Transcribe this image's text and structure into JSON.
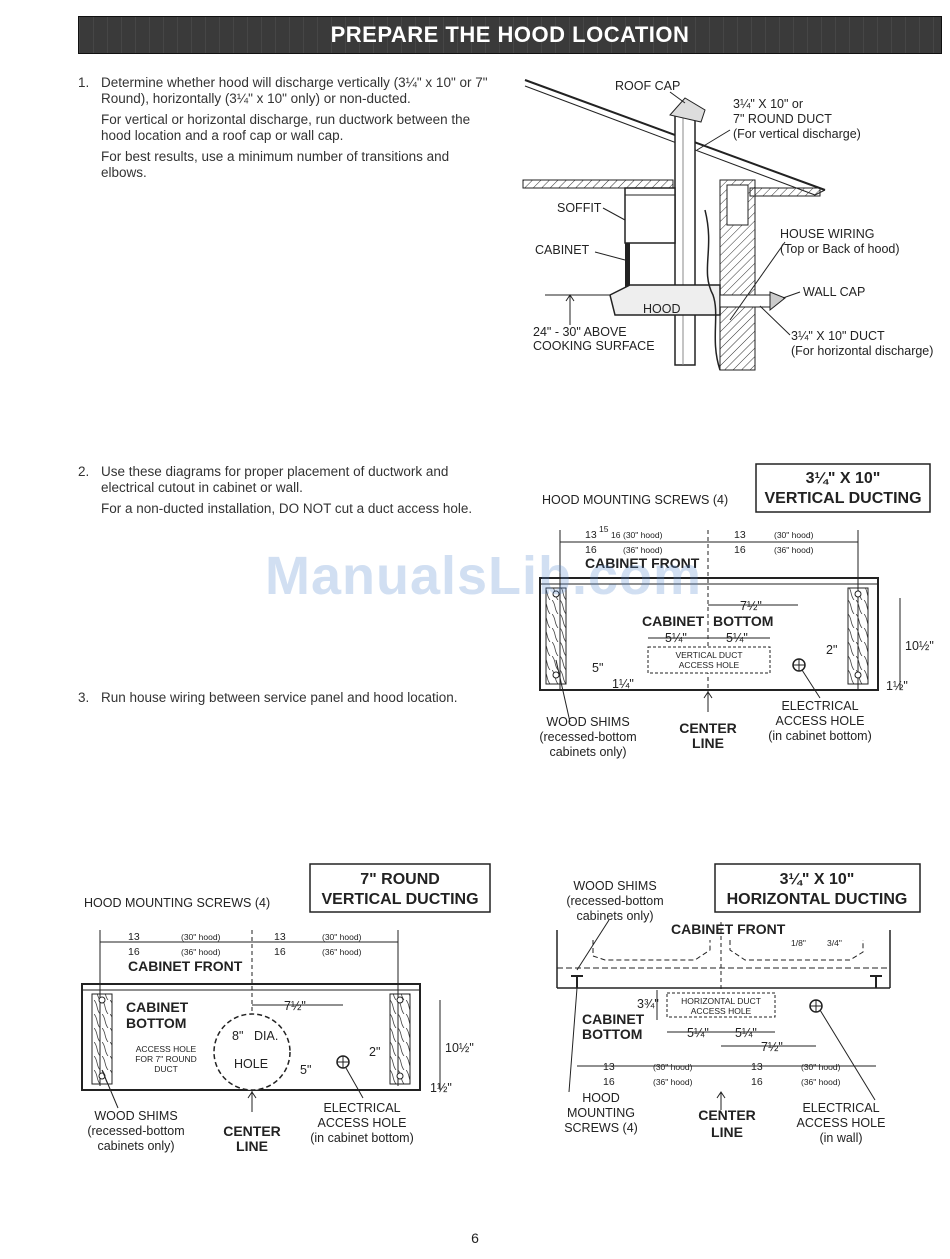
{
  "header": {
    "title": "PREPARE THE HOOD LOCATION"
  },
  "steps": [
    {
      "number": "1.",
      "paragraphs": [
        "Determine whether hood will discharge vertically (3¼\" x 10\" or 7\" Round), horizontally (3¼\" x 10\" only) or non-ducted.",
        "For vertical or horizontal discharge, run ductwork between the hood location and a roof cap or wall cap.",
        "For best results, use a minimum number of transitions and elbows."
      ]
    },
    {
      "number": "2.",
      "paragraphs": [
        "Use these diagrams for proper placement of ductwork and electrical cutout in cabinet or wall.",
        "For a non-ducted installation, DO NOT cut a duct access hole."
      ]
    },
    {
      "number": "3.",
      "paragraphs": [
        "Run house wiring between service panel and hood location."
      ]
    }
  ],
  "diagram1": {
    "roof_cap": "ROOF CAP",
    "duct_line1": "3¼\" X 10\" or",
    "duct_line2": "7\" ROUND DUCT",
    "duct_line3": "(For vertical discharge)",
    "soffit": "SOFFIT",
    "cabinet": "CABINET",
    "wiring_line1": "HOUSE WIRING",
    "wiring_line2": "(Top or Back of hood)",
    "wall_cap": "WALL CAP",
    "hood": "HOOD",
    "height_line1": "24\" - 30\" ABOVE",
    "height_line2": "COOKING SURFACE",
    "hduct_line1": "3¼\" X 10\" DUCT",
    "hduct_line2": "(For horizontal discharge)"
  },
  "diagram2": {
    "title_line1": "3¼\" X 10\"",
    "title_line2": "VERTICAL DUCTING",
    "screws": "HOOD MOUNTING SCREWS (4)",
    "dim30": "13",
    "frac_num": "15",
    "frac_den": "16",
    "dim36": "16",
    "note30": "(30\" hood)",
    "note36": "(36\" hood)",
    "cabinet_front": "CABINET FRONT",
    "cabinet_bottom_a": "CABINET",
    "cabinet_bottom_b": "BOTTOM",
    "d_7half": "7½\"",
    "d_5quarter": "5¼\"",
    "access_line1": "VERTICAL DUCT",
    "access_line2": "ACCESS HOLE",
    "d_5": "5\"",
    "d_1quarter": "1¼\"",
    "d_2": "2\"",
    "d_10half": "10½\"",
    "d_1half": "1½\"",
    "shims_line1": "WOOD SHIMS",
    "shims_line2": "(recessed-bottom",
    "shims_line3": "cabinets only)",
    "center_line1": "CENTER",
    "center_line2": "LINE",
    "elec_line1": "ELECTRICAL",
    "elec_line2": "ACCESS HOLE",
    "elec_line3": "(in cabinet bottom)"
  },
  "diagram3": {
    "title_line1": "7\" ROUND",
    "title_line2": "VERTICAL DUCTING",
    "screws": "HOOD MOUNTING SCREWS (4)",
    "cabinet_front": "CABINET FRONT",
    "cabinet_bottom_a": "CABINET",
    "cabinet_bottom_b": "BOTTOM",
    "hole_a": "8\"",
    "hole_b": "DIA.",
    "hole_c": "HOLE",
    "access_line1": "ACCESS HOLE",
    "access_line2": "FOR 7\" ROUND",
    "access_line3": "DUCT",
    "d_7half": "7½\"",
    "d_5": "5\"",
    "d_2": "2\"",
    "d_10half": "10½\"",
    "d_1half": "1½\"",
    "shims_line1": "WOOD SHIMS",
    "shims_line2": "(recessed-bottom",
    "shims_line3": "cabinets only)",
    "center_line1": "CENTER",
    "center_line2": "LINE",
    "elec_line1": "ELECTRICAL",
    "elec_line2": "ACCESS HOLE",
    "elec_line3": "(in cabinet bottom)"
  },
  "diagram4": {
    "title_line1": "3¼\" X 10\"",
    "title_line2": "HORIZONTAL DUCTING",
    "shims_line1": "WOOD SHIMS",
    "shims_line2": "(recessed-bottom",
    "shims_line3": "cabinets only)",
    "cabinet_front": "CABINET FRONT",
    "d_1eighth": "1/8\"",
    "d_3quarter": "3/4\"",
    "d_3_3quarter": "3¾\"",
    "cabinet_bottom_a": "CABINET",
    "cabinet_bottom_b": "BOTTOM",
    "access_line1": "HORIZONTAL DUCT",
    "access_line2": "ACCESS HOLE",
    "d_5quarter": "5¼\"",
    "d_7half": "7½\"",
    "hood_line1": "HOOD",
    "hood_line2": "MOUNTING",
    "hood_line3": "SCREWS (4)",
    "center_line1": "CENTER",
    "center_line2": "LINE",
    "elec_line1": "ELECTRICAL",
    "elec_line2": "ACCESS HOLE",
    "elec_line3": "(in wall)"
  },
  "watermark": "ManualsLib.com",
  "page_number": "6"
}
